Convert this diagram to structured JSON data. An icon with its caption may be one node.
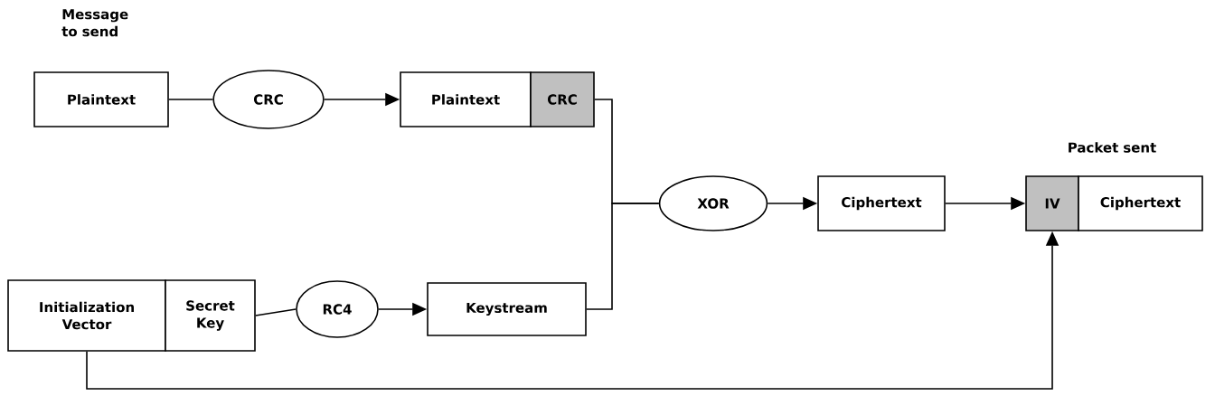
{
  "diagram": {
    "nodes": [
      {
        "text": [
          "Plaintext"
        ]
      },
      {
        "text": [
          "CRC"
        ]
      },
      {
        "text": [
          "Plaintext"
        ]
      },
      {
        "text": [
          "CRC"
        ]
      },
      {
        "text": [
          "XOR"
        ]
      },
      {
        "text": [
          "Ciphertext"
        ]
      },
      {
        "text": [
          "IV"
        ]
      },
      {
        "text": [
          "Ciphertext"
        ]
      },
      {
        "text": [
          "Initialization Vector"
        ]
      },
      {
        "text": [
          "Secret Key"
        ]
      },
      {
        "text": [
          "RC4"
        ]
      },
      {
        "text": [
          "Keystream"
        ]
      }
    ],
    "edges": [
      {
        "from": 0,
        "to": 1,
        "arrow": "none"
      },
      {
        "from": 1,
        "to": 2,
        "arrow": "to"
      },
      {
        "from": 3,
        "to": 4,
        "arrow": "none"
      },
      {
        "from": 11,
        "to": 4,
        "arrow": "none"
      },
      {
        "from": 4,
        "to": 5,
        "arrow": "to"
      },
      {
        "from": 5,
        "to": 6,
        "arrow": "to"
      },
      {
        "from": 9,
        "to": 10,
        "arrow": "none"
      },
      {
        "from": 10,
        "to": 11,
        "arrow": "to"
      },
      {
        "from": 8,
        "to": 6,
        "arrow": "to"
      }
    ],
    "labels": [
      "Message to send",
      "Packet sent"
    ]
  }
}
